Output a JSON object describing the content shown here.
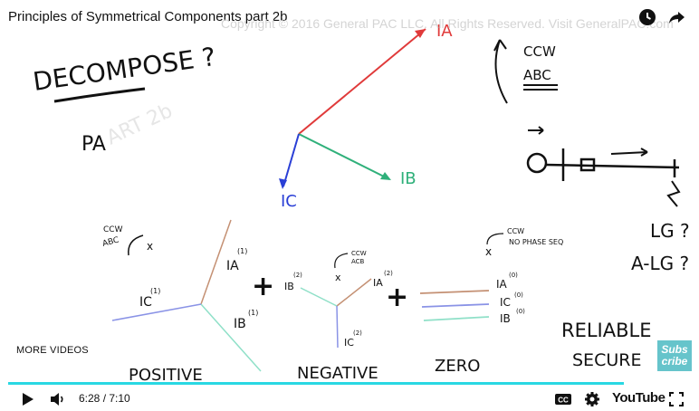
{
  "video": {
    "title": "Principles of Symmetrical Components part 2b",
    "watermark": "Copyright © 2016 General PAC LLC. All Rights Reserved. Visit GeneralPAC.com",
    "more_videos_label": "MORE VIDEOS",
    "subscribe_badge": "Subs cribe"
  },
  "whiteboard": {
    "decompose": "DECOMPOSE ?",
    "pa_text": "PA",
    "part_watermark": "ART 2b",
    "ccw_abc_top": [
      "CCW",
      "ABC"
    ],
    "phasors_main": {
      "ia": "IA",
      "ib": "IB",
      "ic": "IC"
    },
    "faults": [
      "LG ?",
      "A-LG ?"
    ],
    "reliable_secure": [
      "RELIABLE",
      "SECURE"
    ],
    "positive": {
      "label": "POSITIVE",
      "ccw": "CCW",
      "abc": "ABC",
      "ia": "IA",
      "ia_sup": "(1)",
      "ib": "IB",
      "ib_sup": "(1)",
      "ic": "IC",
      "ic_sup": "(1)"
    },
    "negative": {
      "label": "NEGATIVE",
      "ccw": "CCW",
      "acb": "ACB",
      "ia": "IA",
      "ia_sup": "(2)",
      "ib": "IB",
      "ib_sup": "(2)",
      "ic": "IC",
      "ic_sup": "(2)"
    },
    "zero": {
      "label": "ZERO",
      "ccw": "CCW",
      "note": "NO PHASE SEQ",
      "ia": "IA",
      "ia_sup": "(0)",
      "ib": "IB",
      "ib_sup": "(0)",
      "ic": "IC",
      "ic_sup": "(0)"
    },
    "plus": "+",
    "x_mark": "x"
  },
  "player": {
    "current_time": "6:28",
    "duration": "7:10",
    "time_separator": " / ",
    "progress": 0.902,
    "youtube_label": "YouTube",
    "icons": {
      "play": "play-icon",
      "volume": "volume-icon",
      "captions": "cc-icon",
      "settings": "gear-icon",
      "fullscreen": "fullscreen-icon",
      "watch_later": "clock-icon",
      "share": "share-icon"
    },
    "colors": {
      "progress": "#29d8e3",
      "ia": "#e03a3a",
      "ib": "#2fb07a",
      "ic": "#2a3fd6"
    }
  }
}
